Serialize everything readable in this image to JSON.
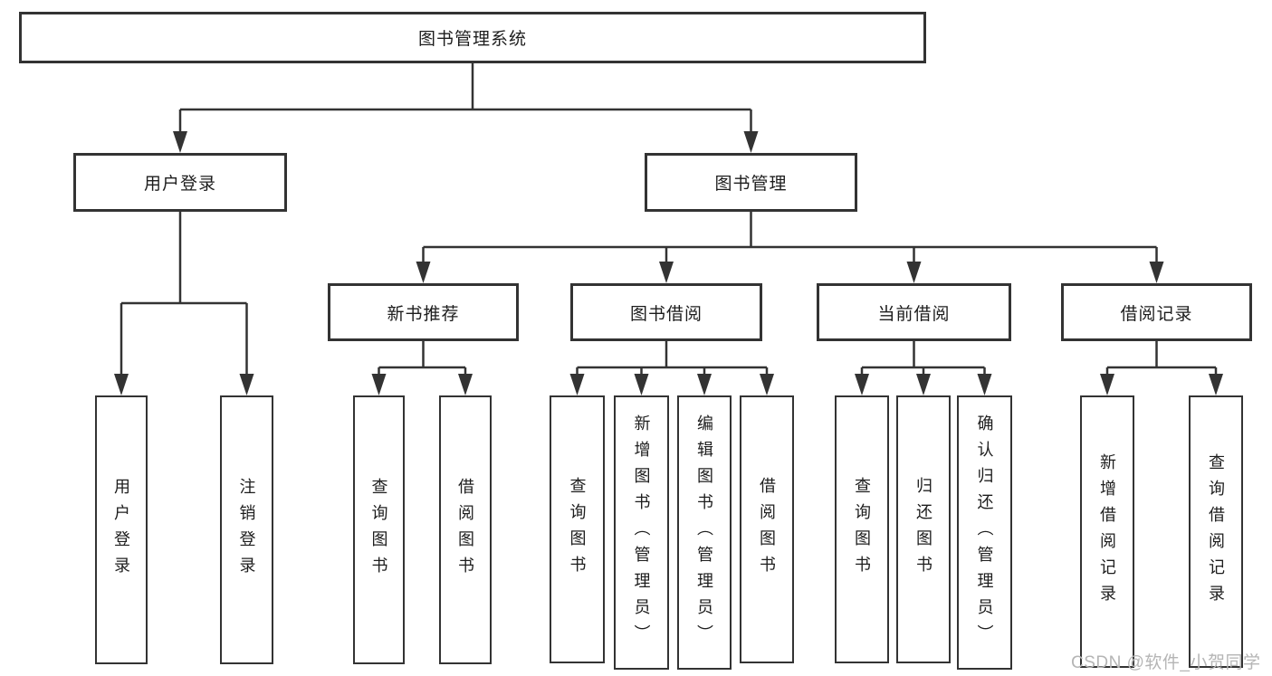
{
  "diagram": {
    "title": "图书管理系统",
    "watermark": "CSDN @软件_小贺同学",
    "colors": {
      "line": "#333333",
      "box_border": "#333333",
      "text": "#1d1d1d",
      "watermark": "#b5b5b5",
      "background": "#ffffff"
    },
    "tree": {
      "label": "图书管理系统",
      "children": [
        {
          "label": "用户登录",
          "children": [
            {
              "label": "用户登录"
            },
            {
              "label": "注销登录"
            }
          ]
        },
        {
          "label": "图书管理",
          "children": [
            {
              "label": "新书推荐",
              "children": [
                {
                  "label": "查询图书"
                },
                {
                  "label": "借阅图书"
                }
              ]
            },
            {
              "label": "图书借阅",
              "children": [
                {
                  "label": "查询图书"
                },
                {
                  "label": "新增图书（管理员）"
                },
                {
                  "label": "编辑图书（管理员）"
                },
                {
                  "label": "借阅图书"
                }
              ]
            },
            {
              "label": "当前借阅",
              "children": [
                {
                  "label": "查询图书"
                },
                {
                  "label": "归还图书"
                },
                {
                  "label": "确认归还（管理员）"
                }
              ]
            },
            {
              "label": "借阅记录",
              "children": [
                {
                  "label": "新增借阅记录"
                },
                {
                  "label": "查询借阅记录"
                }
              ]
            }
          ]
        }
      ]
    }
  }
}
